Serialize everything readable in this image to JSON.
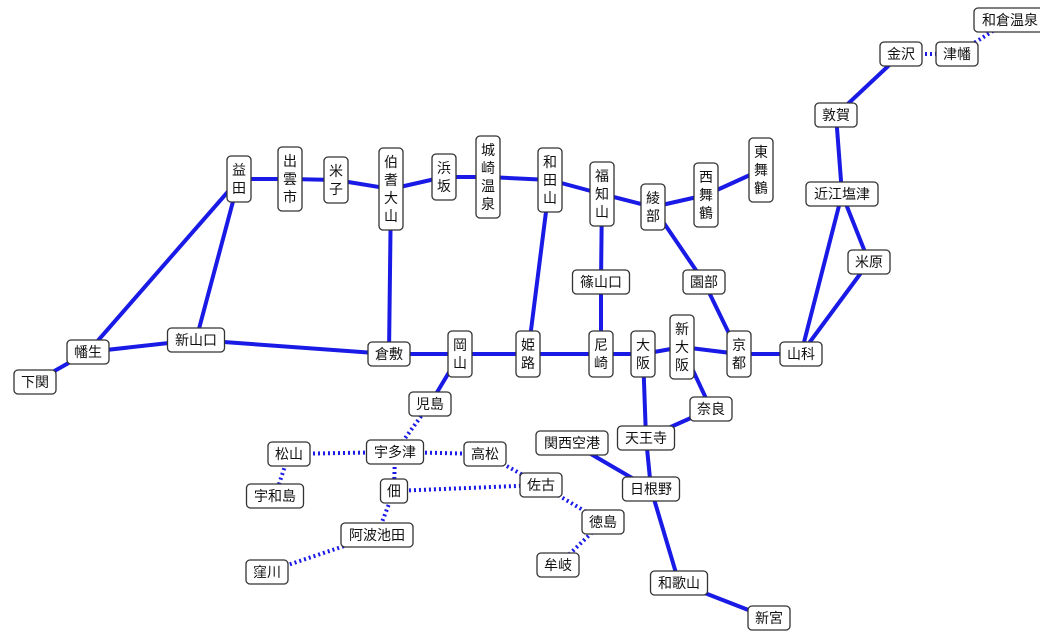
{
  "stations": [
    {
      "id": "wakura",
      "label": "和倉温泉"
    },
    {
      "id": "kanazawa",
      "label": "金沢"
    },
    {
      "id": "tsubata",
      "label": "津幡"
    },
    {
      "id": "tsuruga",
      "label": "敦賀"
    },
    {
      "id": "omishiotsu",
      "label": "近江塩津"
    },
    {
      "id": "maibara",
      "label": "米原"
    },
    {
      "id": "higashimaizuru",
      "label": "東舞鶴"
    },
    {
      "id": "nishimaizuru",
      "label": "西舞鶴"
    },
    {
      "id": "ayabe",
      "label": "綾部"
    },
    {
      "id": "fukuchiyama",
      "label": "福知山"
    },
    {
      "id": "wadayama",
      "label": "和田山"
    },
    {
      "id": "kinosakionsen",
      "label": "城崎温泉"
    },
    {
      "id": "hamasaka",
      "label": "浜坂"
    },
    {
      "id": "hokidaisen",
      "label": "伯耆大山"
    },
    {
      "id": "yonago",
      "label": "米子"
    },
    {
      "id": "izumoshi",
      "label": "出雲市"
    },
    {
      "id": "masuda",
      "label": "益田"
    },
    {
      "id": "sonobe",
      "label": "園部"
    },
    {
      "id": "sasayamaguchi",
      "label": "篠山口"
    },
    {
      "id": "shinyamaguchi",
      "label": "新山口"
    },
    {
      "id": "asa",
      "label": "幡生"
    },
    {
      "id": "shimonoseki",
      "label": "下関"
    },
    {
      "id": "kurashiki",
      "label": "倉敷"
    },
    {
      "id": "okayama",
      "label": "岡山"
    },
    {
      "id": "himeji",
      "label": "姫路"
    },
    {
      "id": "amagasaki",
      "label": "尼崎"
    },
    {
      "id": "osaka",
      "label": "大阪"
    },
    {
      "id": "shinosaka",
      "label": "新大阪"
    },
    {
      "id": "kyoto",
      "label": "京都"
    },
    {
      "id": "yamashina",
      "label": "山科"
    },
    {
      "id": "nara",
      "label": "奈良"
    },
    {
      "id": "tennoji",
      "label": "天王寺"
    },
    {
      "id": "kansaikuko",
      "label": "関西空港"
    },
    {
      "id": "hineno",
      "label": "日根野"
    },
    {
      "id": "wakayama",
      "label": "和歌山"
    },
    {
      "id": "shingu",
      "label": "新宮"
    },
    {
      "id": "kojima",
      "label": "児島"
    },
    {
      "id": "utazu",
      "label": "宇多津"
    },
    {
      "id": "takamatsu",
      "label": "高松"
    },
    {
      "id": "matsuyama",
      "label": "松山"
    },
    {
      "id": "uwajima",
      "label": "宇和島"
    },
    {
      "id": "tadotsu",
      "label": "佃"
    },
    {
      "id": "sako",
      "label": "佐古"
    },
    {
      "id": "tokushima",
      "label": "徳島"
    },
    {
      "id": "muya",
      "label": "牟岐"
    },
    {
      "id": "awaikeda",
      "label": "阿波池田"
    },
    {
      "id": "kubokawa",
      "label": "窪川"
    }
  ],
  "lines": [
    {
      "from": "wakura",
      "to": "tsubata",
      "style": "dotted"
    },
    {
      "from": "tsubata",
      "to": "kanazawa",
      "style": "dotted"
    },
    {
      "from": "kanazawa",
      "to": "tsuruga",
      "style": "solid"
    },
    {
      "from": "tsuruga",
      "to": "omishiotsu",
      "style": "solid"
    },
    {
      "from": "omishiotsu",
      "to": "maibara",
      "style": "solid"
    },
    {
      "from": "omishiotsu",
      "to": "yamashina",
      "style": "solid"
    },
    {
      "from": "maibara",
      "to": "yamashina",
      "style": "solid"
    },
    {
      "from": "yamashina",
      "to": "kyoto",
      "style": "solid"
    },
    {
      "from": "kyoto",
      "to": "shinosaka",
      "style": "solid"
    },
    {
      "from": "shinosaka",
      "to": "osaka",
      "style": "solid"
    },
    {
      "from": "osaka",
      "to": "amagasaki",
      "style": "solid"
    },
    {
      "from": "amagasaki",
      "to": "himeji",
      "style": "solid"
    },
    {
      "from": "himeji",
      "to": "okayama",
      "style": "solid"
    },
    {
      "from": "okayama",
      "to": "kurashiki",
      "style": "solid"
    },
    {
      "from": "kurashiki",
      "to": "shinyamaguchi",
      "style": "solid"
    },
    {
      "from": "shinyamaguchi",
      "to": "asa",
      "style": "solid"
    },
    {
      "from": "asa",
      "to": "shimonoseki",
      "style": "solid"
    },
    {
      "from": "asa",
      "to": "masuda",
      "style": "solid"
    },
    {
      "from": "shinyamaguchi",
      "to": "masuda",
      "style": "solid"
    },
    {
      "from": "masuda",
      "to": "izumoshi",
      "style": "solid"
    },
    {
      "from": "izumoshi",
      "to": "yonago",
      "style": "solid"
    },
    {
      "from": "yonago",
      "to": "hokidaisen",
      "style": "solid"
    },
    {
      "from": "hokidaisen",
      "to": "hamasaka",
      "style": "solid"
    },
    {
      "from": "hamasaka",
      "to": "kinosakionsen",
      "style": "solid"
    },
    {
      "from": "kinosakionsen",
      "to": "wadayama",
      "style": "solid"
    },
    {
      "from": "wadayama",
      "to": "fukuchiyama",
      "style": "solid"
    },
    {
      "from": "fukuchiyama",
      "to": "ayabe",
      "style": "solid"
    },
    {
      "from": "ayabe",
      "to": "nishimaizuru",
      "style": "solid"
    },
    {
      "from": "nishimaizuru",
      "to": "higashimaizuru",
      "style": "solid"
    },
    {
      "from": "hokidaisen",
      "to": "kurashiki",
      "style": "solid"
    },
    {
      "from": "wadayama",
      "to": "himeji",
      "style": "solid"
    },
    {
      "from": "fukuchiyama",
      "to": "sasayamaguchi",
      "style": "solid"
    },
    {
      "from": "sasayamaguchi",
      "to": "amagasaki",
      "style": "solid"
    },
    {
      "from": "ayabe",
      "to": "sonobe",
      "style": "solid"
    },
    {
      "from": "sonobe",
      "to": "kyoto",
      "style": "solid"
    },
    {
      "from": "shinosaka",
      "to": "nara",
      "style": "solid"
    },
    {
      "from": "nara",
      "to": "tennoji",
      "style": "solid"
    },
    {
      "from": "osaka",
      "to": "tennoji",
      "style": "solid"
    },
    {
      "from": "tennoji",
      "to": "hineno",
      "style": "solid"
    },
    {
      "from": "kansaikuko",
      "to": "hineno",
      "style": "solid"
    },
    {
      "from": "hineno",
      "to": "wakayama",
      "style": "solid"
    },
    {
      "from": "wakayama",
      "to": "shingu",
      "style": "solid"
    },
    {
      "from": "okayama",
      "to": "kojima",
      "style": "solid"
    },
    {
      "from": "kojima",
      "to": "utazu",
      "style": "dotted"
    },
    {
      "from": "utazu",
      "to": "matsuyama",
      "style": "dotted"
    },
    {
      "from": "utazu",
      "to": "takamatsu",
      "style": "dotted"
    },
    {
      "from": "takamatsu",
      "to": "sako",
      "style": "dotted"
    },
    {
      "from": "matsuyama",
      "to": "uwajima",
      "style": "dotted"
    },
    {
      "from": "utazu",
      "to": "tadotsu",
      "style": "dotted"
    },
    {
      "from": "tadotsu",
      "to": "sako",
      "style": "dotted"
    },
    {
      "from": "sako",
      "to": "tokushima",
      "style": "dotted"
    },
    {
      "from": "tokushima",
      "to": "muya",
      "style": "dotted"
    },
    {
      "from": "tadotsu",
      "to": "awaikeda",
      "style": "dotted"
    },
    {
      "from": "awaikeda",
      "to": "kubokawa",
      "style": "dotted"
    }
  ],
  "colors": {
    "line": "#1a1ae6",
    "box_fill": "#ffffff",
    "box_stroke": "#333333",
    "text": "#111111"
  }
}
